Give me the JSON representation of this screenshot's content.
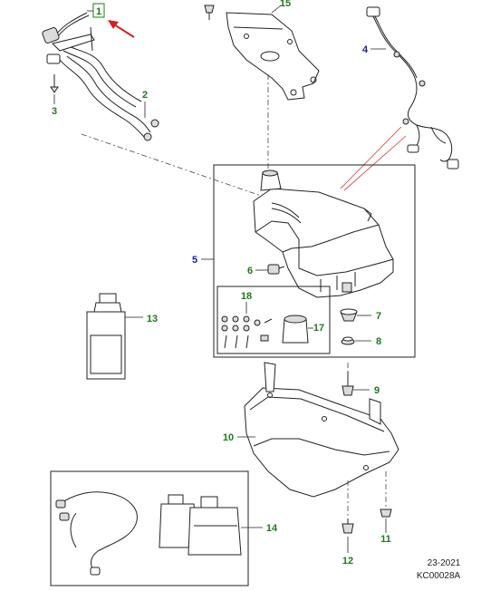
{
  "callouts": {
    "c1": "1",
    "c2": "2",
    "c3": "3",
    "c4": "4",
    "c5": "5",
    "c6": "6",
    "c7": "7",
    "c8": "8",
    "c9": "9",
    "c10": "10",
    "c11": "11",
    "c12": "12",
    "c13": "13",
    "c14": "14",
    "c15": "15",
    "c17": "17",
    "c18": "18"
  },
  "footer": {
    "date": "23-2021",
    "code": "KC00028A"
  },
  "colors": {
    "callout_green": "#1c7a1c",
    "callout_blue": "#1a1aa8",
    "pointer_red": "#d62020",
    "line": "#222222"
  },
  "icons": [
    "arrow-pointer-icon"
  ]
}
